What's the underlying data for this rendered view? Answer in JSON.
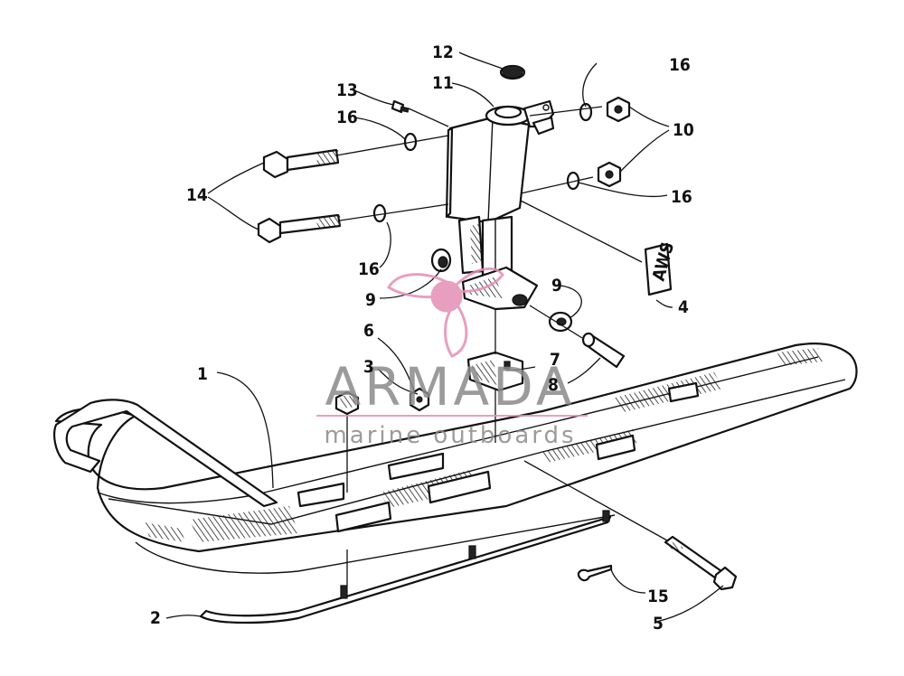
{
  "callouts": {
    "c1": "1",
    "c2": "2",
    "c3": "3",
    "c4": "4",
    "c5": "5",
    "c6": "6",
    "c7": "7",
    "c8": "8",
    "c9a": "9",
    "c9b": "9",
    "c10": "10",
    "c11": "11",
    "c12": "12",
    "c13": "13",
    "c14": "14",
    "c15": "15",
    "c16a": "16",
    "c16b": "16",
    "c16c": "16",
    "c16d": "16"
  },
  "decal_text": "AWS",
  "watermark": {
    "brand": "ARMADA",
    "tagline": "marine outboards",
    "accent_color": "#e58fb4",
    "text_color": "#8a8a8a"
  }
}
